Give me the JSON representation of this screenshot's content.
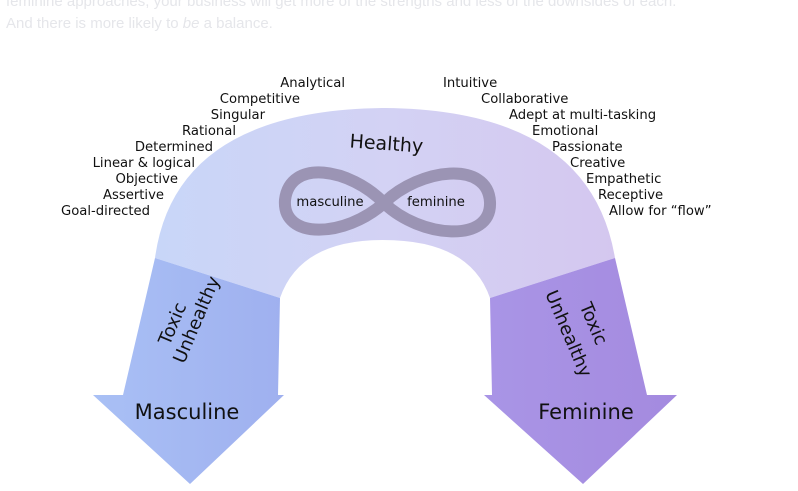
{
  "intro": {
    "line1": "feminine approaches, your business will get more of the strengths and less of the downsides of each.",
    "line2_start": "And there is more likely to ",
    "line2_em": "be",
    "line2_end": " a balance."
  },
  "arc": {
    "healthy_label": "Healthy",
    "infinity_left": "masculine",
    "infinity_right": "feminine"
  },
  "left_traits": [
    "Analytical",
    "Competitive",
    "Singular",
    "Rational",
    "Determined",
    "Linear & logical",
    "Objective",
    "Assertive",
    "Goal-directed"
  ],
  "right_traits": [
    "Intuitive",
    "Collaborative",
    "Adept at multi-tasking",
    "Emotional",
    "Passionate",
    "Creative",
    "Empathetic",
    "Receptive",
    "Allow for “flow”"
  ],
  "left_arrow": {
    "toxic": "Toxic",
    "unhealthy": "Unhealthy",
    "label": "Masculine"
  },
  "right_arrow": {
    "toxic": "Toxic",
    "unhealthy": "Unhealthy",
    "label": "Feminine"
  },
  "colors": {
    "arc_left": "#c9d4f7",
    "arc_right": "#d2c9f1",
    "arrow_left": "#9fb2f3",
    "arrow_right": "#a58fe2",
    "infinity": "#9a93b2"
  }
}
